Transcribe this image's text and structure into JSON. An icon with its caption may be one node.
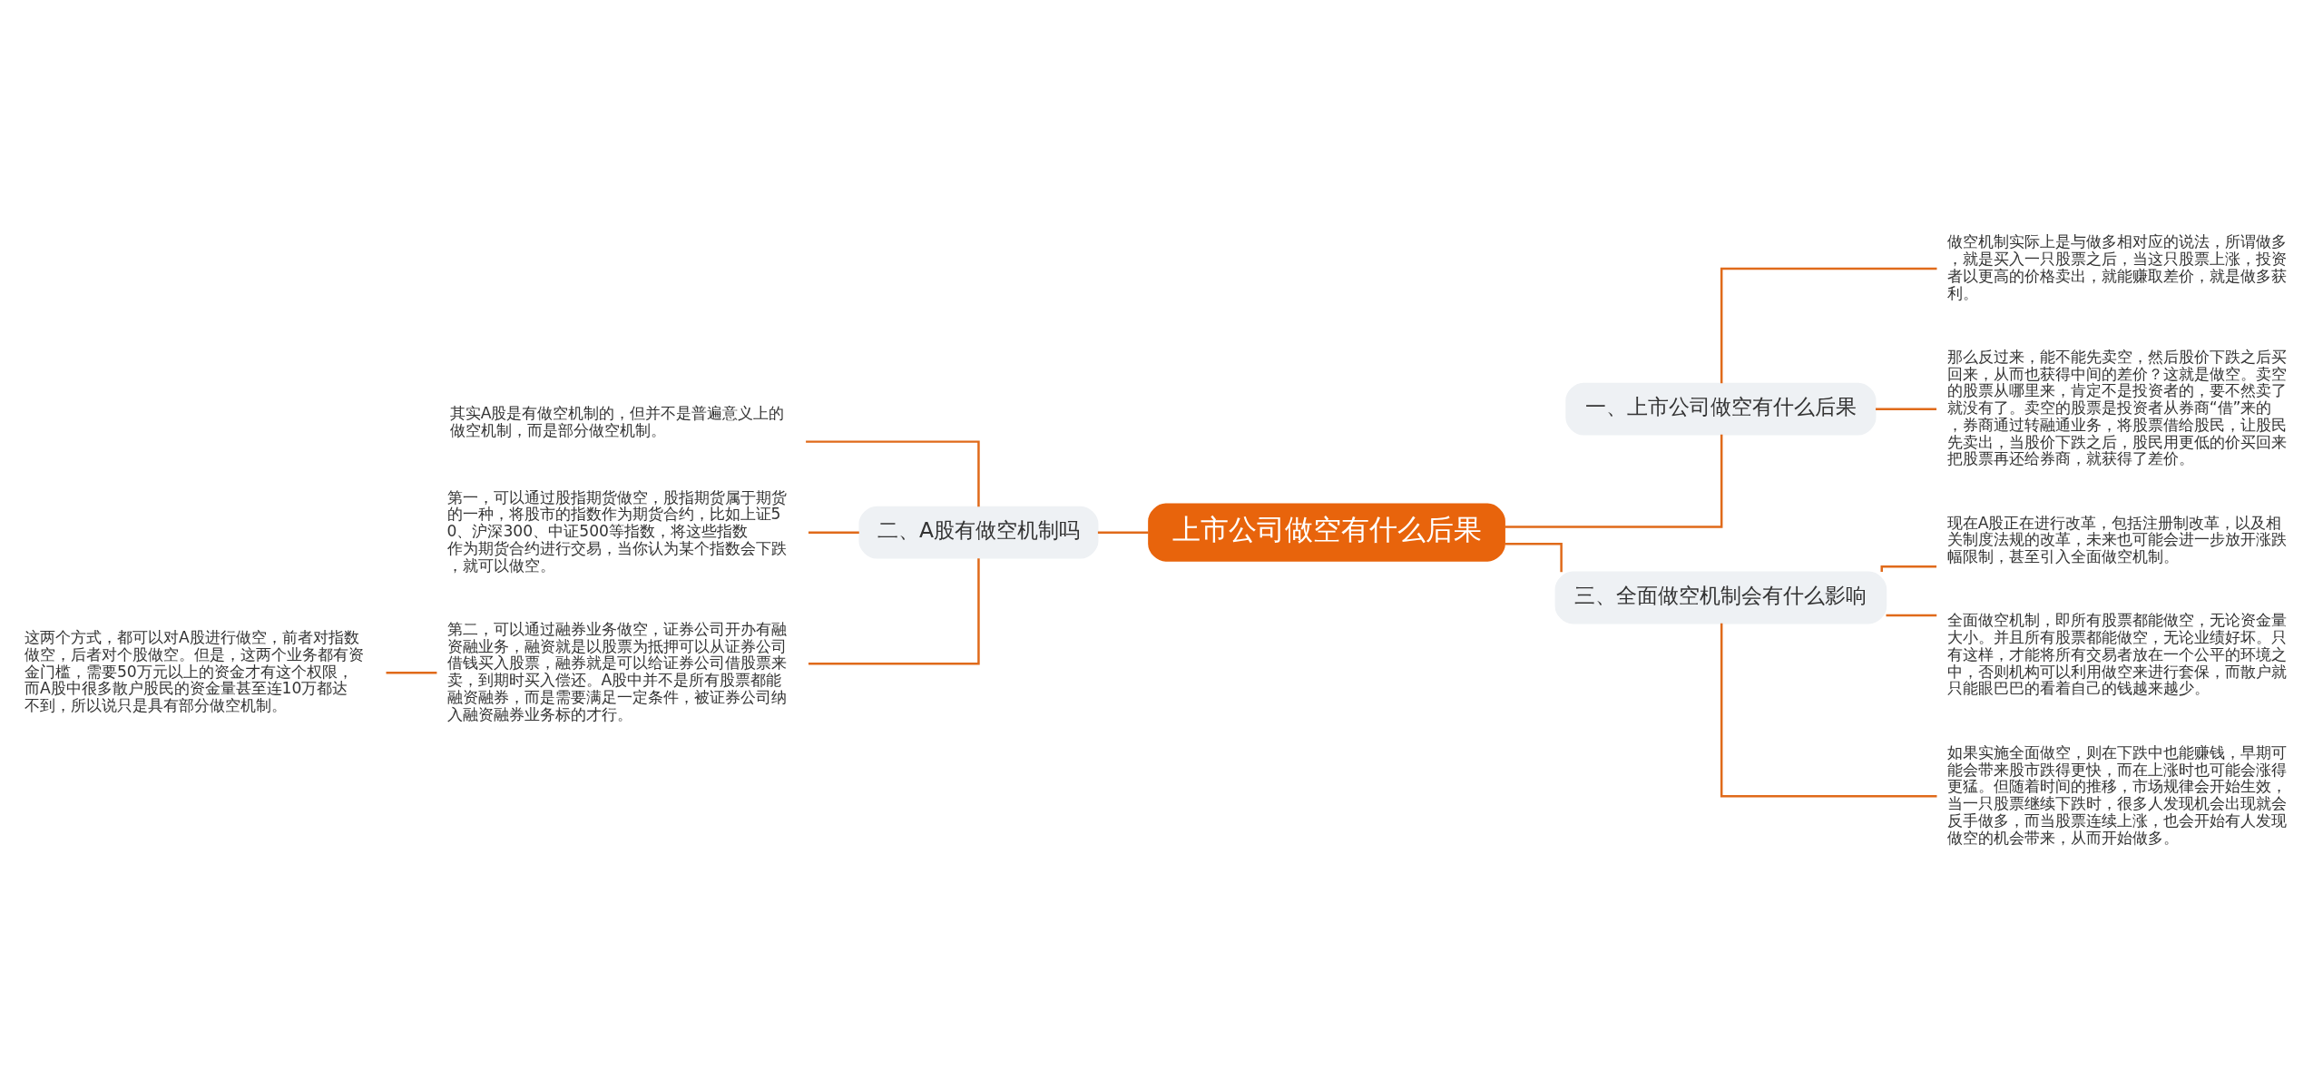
{
  "diagram": {
    "nodes": [
      {
        "text": [
          "上市公司做空有什么后果"
        ]
      },
      {
        "text": [
          "一、上市公司做空有什么后果"
        ]
      },
      {
        "text": [
          "做空机制实际上是与做多相对应的说法，所谓做多，就是买入一只股票之后，当这只股票上涨，投资者以更高的价格卖出，就能赚取差价，就是做多获利。"
        ]
      },
      {
        "text": [
          "那么反过来，能不能先卖空，然后股价下跌之后买回来，从而也获得中间的差价？这就是做空。卖空的股票从哪里来，肯定不是投资者的，要不然卖了就没有了。卖空的股票是投资者从券商“借”来的，券商通过转融通业务，将股票借给股民，让股民先卖出，当股价下跌之后，股民用更低的价买回来把股票再还给券商，就获得了差价。"
        ]
      },
      {
        "text": [
          "三、全面做空机制会有什么影响"
        ]
      },
      {
        "text": [
          "现在A股正在进行改革，包括注册制改革，以及相关制度法规的改革，未来也可能会进一步放开涨跌幅限制，甚至引入全面做空机制。"
        ]
      },
      {
        "text": [
          "全面做空机制，即所有股票都能做空，无论资金量大小。并且所有股票都能做空，无论业绩好坏。只有这样，才能将所有交易者放在一个公平的环境之中，否则机构可以利用做空来进行套保，而散户就只能眼巴巴的看着自己的钱越来越少。"
        ]
      },
      {
        "text": [
          "如果实施全面做空，则在下跌中也能赚钱，早期可能会带来股市跌得更快，而在上涨时也可能会涨得更猛。但随着时间的推移，市场规律会开始生效，当一只股票继续下跌时，很多人发现机会出现就会反手做多，而当股票连续上涨，也会开始有人发现做空的机会带来，从而开始做多。"
        ]
      },
      {
        "text": [
          "二、A股有做空机制吗"
        ]
      },
      {
        "text": [
          "其实A股是有做空机制的，但并不是普遍意义上的做空机制，而是部分做空机制。"
        ]
      },
      {
        "text": [
          "第一，可以通过股指期货做空，股指期货属于期货的一种，将股市的指数作为期货合约，比如上证50、沪深300、中证500等指数，将这些指数作为期货合约进行交易，当你认为某个指数会下跌，就可以做空。"
        ]
      },
      {
        "text": [
          "第二，可以通过融券业务做空，证券公司开办有融资融业务，融资就是以股票为抵押可以从证券公司借钱买入股票，融券就是可以给证券公司借股票来卖，到期时买入偿还。A股中并不是所有股票都能融资融券，而是需要满足一定条件，被证券公司纳入融资融券业务标的才行。"
        ]
      },
      {
        "text": [
          "这两个方式，都可以对A股进行做空，前者对指数做空，后者对个股做空。但是，这两个业务都有资金门槛，需要50万元以上的资金才有这个权限，而A股中很多散户股民的资金量甚至连10万都达不到，所以说只是具有部分做空机制。"
        ]
      }
    ],
    "edges": [
      {
        "from": 0,
        "to": 1,
        "arrow": "none"
      },
      {
        "from": 1,
        "to": 2,
        "arrow": "none"
      },
      {
        "from": 1,
        "to": 3,
        "arrow": "none"
      },
      {
        "from": 0,
        "to": 4,
        "arrow": "none"
      },
      {
        "from": 4,
        "to": 5,
        "arrow": "none"
      },
      {
        "from": 4,
        "to": 6,
        "arrow": "none"
      },
      {
        "from": 4,
        "to": 7,
        "arrow": "none"
      },
      {
        "from": 0,
        "to": 8,
        "arrow": "none"
      },
      {
        "from": 8,
        "to": 9,
        "arrow": "none"
      },
      {
        "from": 8,
        "to": 10,
        "arrow": "none"
      },
      {
        "from": 8,
        "to": 11,
        "arrow": "none"
      },
      {
        "from": 11,
        "to": 12,
        "arrow": "none"
      }
    ]
  }
}
